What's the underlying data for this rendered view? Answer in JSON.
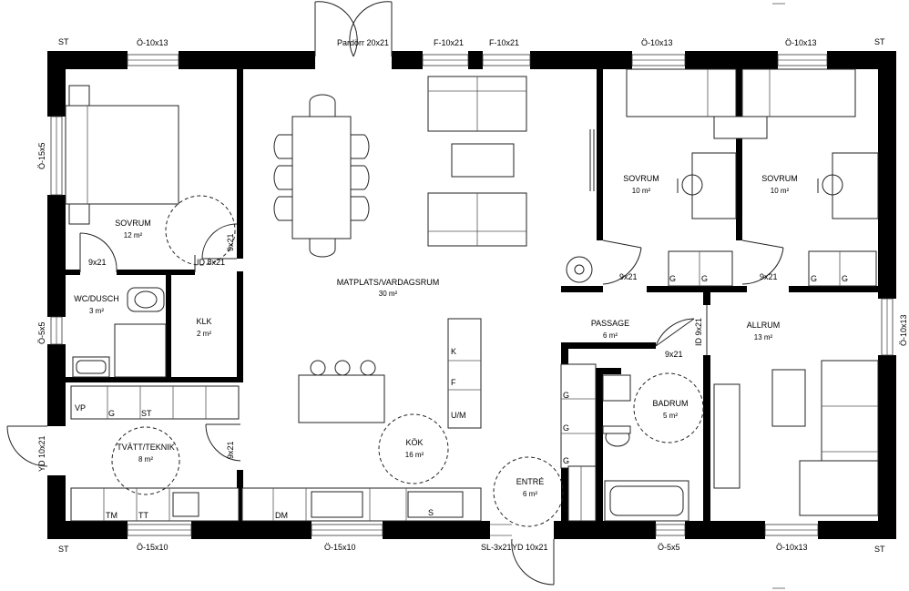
{
  "rooms": [
    {
      "name": "SOVRUM",
      "area": "12 m²"
    },
    {
      "name": "MATPLATS/VARDAGSRUM",
      "area": "30 m²"
    },
    {
      "name": "SOVRUM",
      "area": "10 m²"
    },
    {
      "name": "SOVRUM",
      "area": "10 m²"
    },
    {
      "name": "WC/DUSCH",
      "area": "3 m²"
    },
    {
      "name": "KLK",
      "area": "2 m²"
    },
    {
      "name": "PASSAGE",
      "area": "6 m²"
    },
    {
      "name": "ALLRUM",
      "area": "13 m²"
    },
    {
      "name": "BADRUM",
      "area": "5 m²"
    },
    {
      "name": "TVÄTT/TEKNIK",
      "area": "8 m²"
    },
    {
      "name": "KÖK",
      "area": "16 m²"
    },
    {
      "name": "ENTRÉ",
      "area": "6 m²"
    }
  ],
  "openings": {
    "top": [
      "Ö-10x13",
      "Pardörr 20x21",
      "F-10x21",
      "F-10x21",
      "Ö-10x13",
      "Ö-10x13"
    ],
    "bottom": [
      "Ö-15x10",
      "Ö-15x10",
      "SL-3x21",
      "YD 10x21",
      "Ö-5x5",
      "Ö-10x13"
    ],
    "left": [
      "Ö-15x5",
      "Ö-5x5",
      "YD 10x21"
    ],
    "right": [
      "Ö-10x13"
    ],
    "interior_doors": [
      "9x21",
      "9x21",
      "ID 8x21",
      "9x21",
      "9x21",
      "9x21",
      "9x21",
      "ID 9x21",
      "9x21"
    ]
  },
  "corner_labels": [
    "ST",
    "ST",
    "ST",
    "ST"
  ],
  "fixtures": [
    "K",
    "F",
    "U/M",
    "VP",
    "G",
    "ST",
    "TM",
    "TT",
    "DM",
    "S",
    "G",
    "G",
    "G",
    "G",
    "G",
    "G",
    "G"
  ]
}
